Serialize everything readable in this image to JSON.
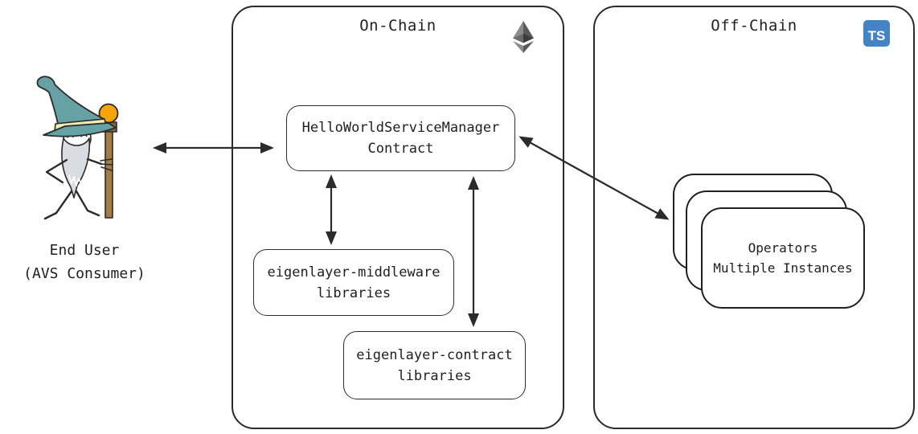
{
  "diagram": {
    "title_hint": "EigenLayer Hello-World AVS architecture",
    "on_chain": {
      "title": "On-Chain",
      "corner_icon": "ethereum-icon",
      "nodes": {
        "service_manager": {
          "line1": "HelloWorldServiceManager",
          "line2": "Contract"
        },
        "middleware": {
          "line1": "eigenlayer-middleware",
          "line2": "libraries"
        },
        "contracts": {
          "line1": "eigenlayer-contract",
          "line2": "libraries"
        }
      }
    },
    "off_chain": {
      "title": "Off-Chain",
      "corner_icon": "typescript-icon",
      "ts_badge_text": "TS",
      "operators": {
        "line1": "Operators",
        "line2": "Multiple Instances",
        "stack_count": 3
      }
    },
    "end_user": {
      "line1": "End User",
      "line2": "(AVS Consumer)",
      "figure": "wizard-character"
    },
    "edges": [
      {
        "from": "end-user",
        "to": "service-manager-contract",
        "type": "bidirectional-arrow"
      },
      {
        "from": "service-manager-contract",
        "to": "eigenlayer-middleware-libraries",
        "type": "bidirectional-arrow"
      },
      {
        "from": "service-manager-contract",
        "to": "eigenlayer-contract-libraries",
        "type": "bidirectional-arrow"
      },
      {
        "from": "service-manager-contract",
        "to": "operators-stack",
        "type": "bidirectional-arrow"
      }
    ],
    "colors": {
      "line": "#2b2b2b",
      "background": "#ffffff",
      "typescript_blue": "#4383C6",
      "wizard_hat_teal": "#66A1A4",
      "wizard_hat_band": "#F2EDB5",
      "wizard_beard_gray": "#D9DDE2",
      "staff_brown": "#A57C44",
      "staff_block_brown": "#8A6434",
      "orb_orange": "#F5A40A",
      "ethereum_gray_dark": "#4f4f4f",
      "ethereum_gray_light": "#8c8c8c"
    }
  }
}
